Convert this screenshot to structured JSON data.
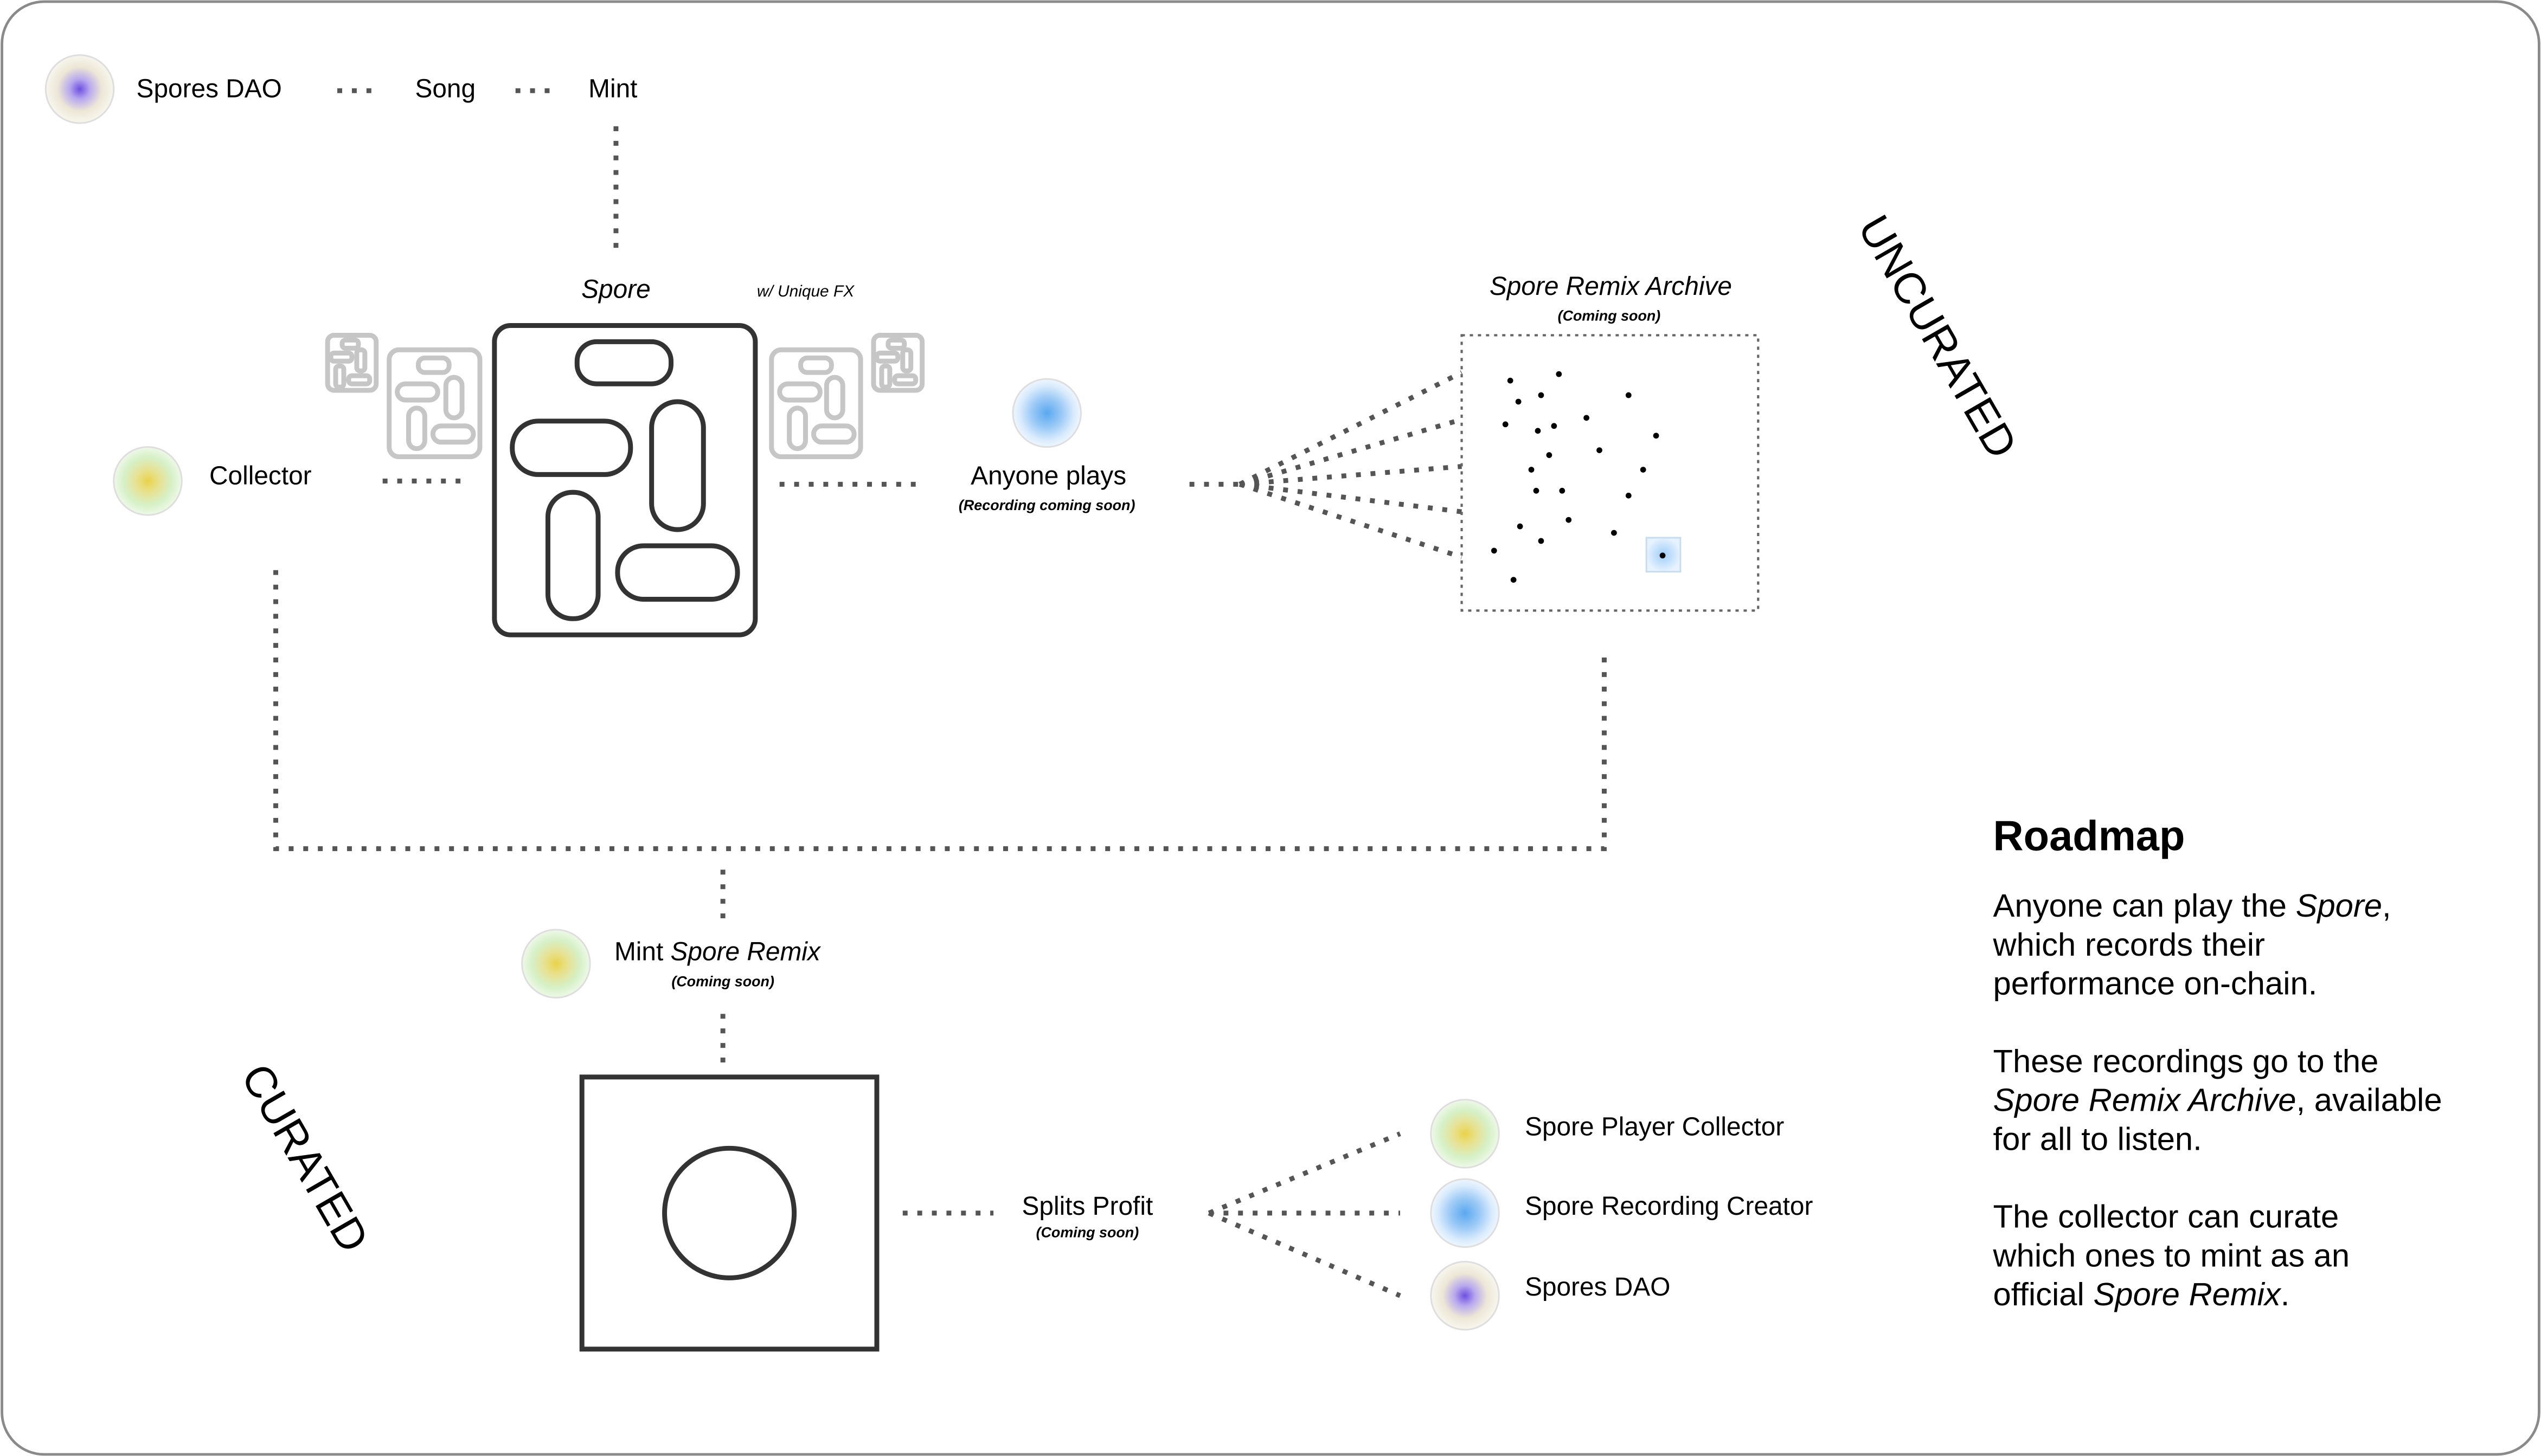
{
  "diagram": {
    "top_chain": {
      "dao": "Spores DAO",
      "song": "Song",
      "mint": "Mint"
    },
    "spore": {
      "title": "Spore",
      "fx_note": "w/ Unique FX"
    },
    "collector": "Collector",
    "anyone_plays": {
      "label": "Anyone plays",
      "note": "(Recording coming soon)"
    },
    "archive": {
      "title": "Spore Remix Archive",
      "note": "(Coming soon)"
    },
    "uncurated": "UNCURATED",
    "curated": "CURATED",
    "mint_remix": {
      "prefix": "Mint ",
      "italic": "Spore Remix",
      "note": "(Coming soon)"
    },
    "splits": {
      "label": "Splits Profit",
      "note": "(Coming soon)"
    },
    "recipients": [
      "Spore Player Collector",
      "Spore Recording Creator",
      "Spores DAO"
    ]
  },
  "roadmap": {
    "title": "Roadmap",
    "p1": {
      "a": "Anyone can play the ",
      "b": "Spore",
      "c": ",",
      "d": "which records their",
      "e": "performance on-chain."
    },
    "p2": {
      "a": "These recordings go to the",
      "b": "Spore Remix Archive",
      "c": ", available",
      "d": "for all to listen."
    },
    "p3": {
      "a": "The collector can curate",
      "b": "which ones to mint as an",
      "c": "official ",
      "d": "Spore Remix",
      "e": "."
    }
  },
  "colors": {
    "purple": "#6e4fe0",
    "yellow": "#e9d34a",
    "green": "#c8ecb8",
    "blue": "#5aa8ef",
    "highlight_blue": "#cfe6ff",
    "frame_border": "#8a8a8a"
  }
}
